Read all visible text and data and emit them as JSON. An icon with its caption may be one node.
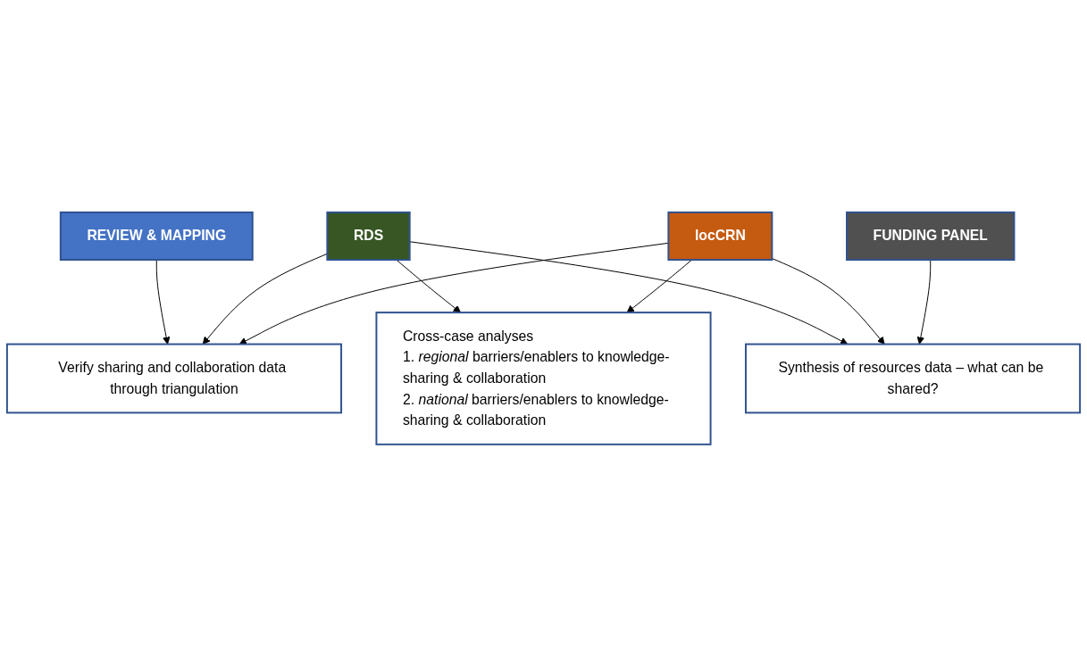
{
  "diagram": {
    "nodes": [
      {
        "text": [
          "Verify sharing and collaboration data through triangulation"
        ]
      },
      {
        "text": [
          "REVIEW & MAPPING"
        ]
      },
      {
        "text": [
          "RDS"
        ]
      },
      {
        "text": [
          "locCRN"
        ]
      },
      {
        "text": [
          "FUNDING PANEL"
        ]
      },
      {
        "text": [
          "Cross-case analyses",
          "1. *regional* barriers/enablers to knowledge-sharing & collaboration",
          "2. *national* barriers/enablers to knowledge-sharing & collaboration"
        ]
      },
      {
        "text": [
          "Synthesis of resources data – what can be shared?"
        ]
      }
    ],
    "edges": [
      {
        "from": 1,
        "to": 0,
        "arrow": "to"
      },
      {
        "from": 2,
        "to": 0,
        "arrow": "to"
      },
      {
        "from": 3,
        "to": 0,
        "arrow": "to"
      },
      {
        "from": 2,
        "to": 5,
        "arrow": "to"
      },
      {
        "from": 3,
        "to": 5,
        "arrow": "to"
      },
      {
        "from": 2,
        "to": 6,
        "arrow": "to"
      },
      {
        "from": 3,
        "to": 6,
        "arrow": "to"
      },
      {
        "from": 4,
        "to": 6,
        "arrow": "to"
      }
    ]
  }
}
